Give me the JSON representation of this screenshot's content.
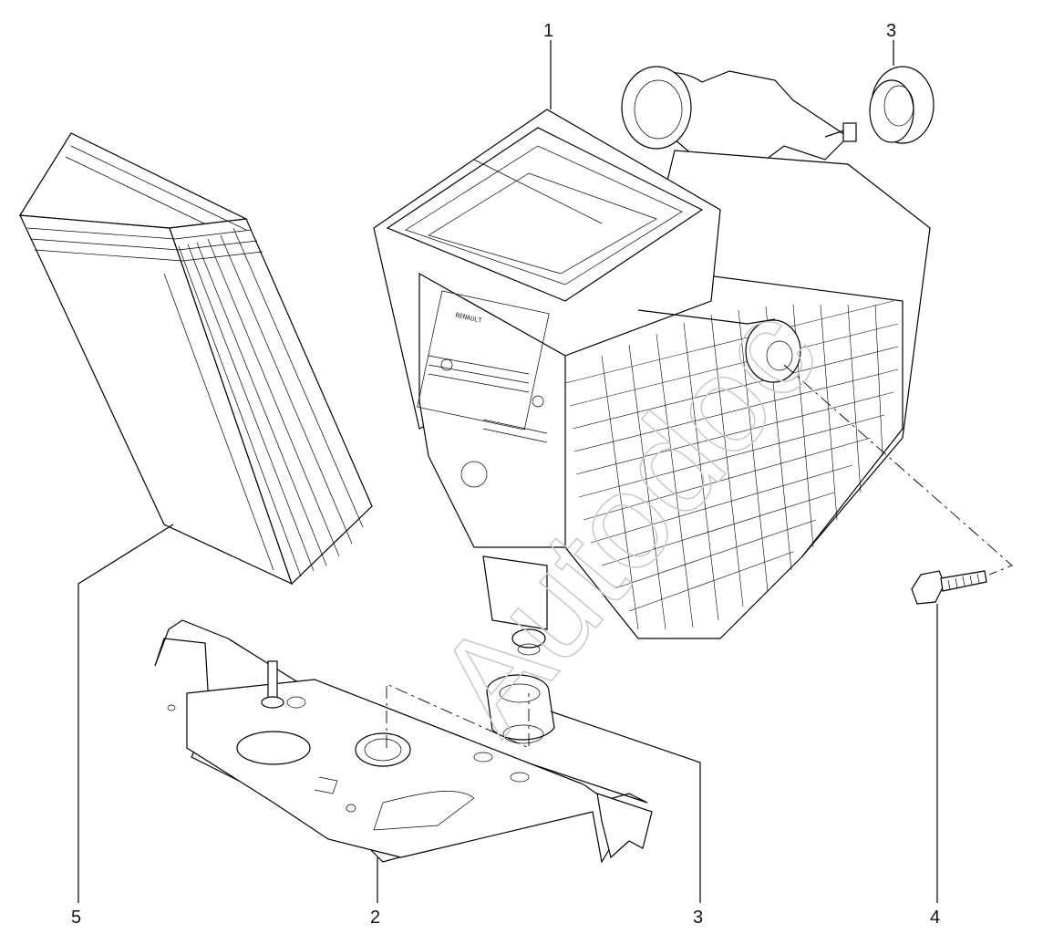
{
  "diagram": {
    "callouts": [
      {
        "id": "1",
        "label": "1"
      },
      {
        "id": "3a",
        "label": "3"
      },
      {
        "id": "5",
        "label": "5"
      },
      {
        "id": "2",
        "label": "2"
      },
      {
        "id": "3b",
        "label": "3"
      },
      {
        "id": "4",
        "label": "4"
      }
    ],
    "watermark": "Autodoc",
    "embossed_text": [
      "RENAULT"
    ]
  }
}
